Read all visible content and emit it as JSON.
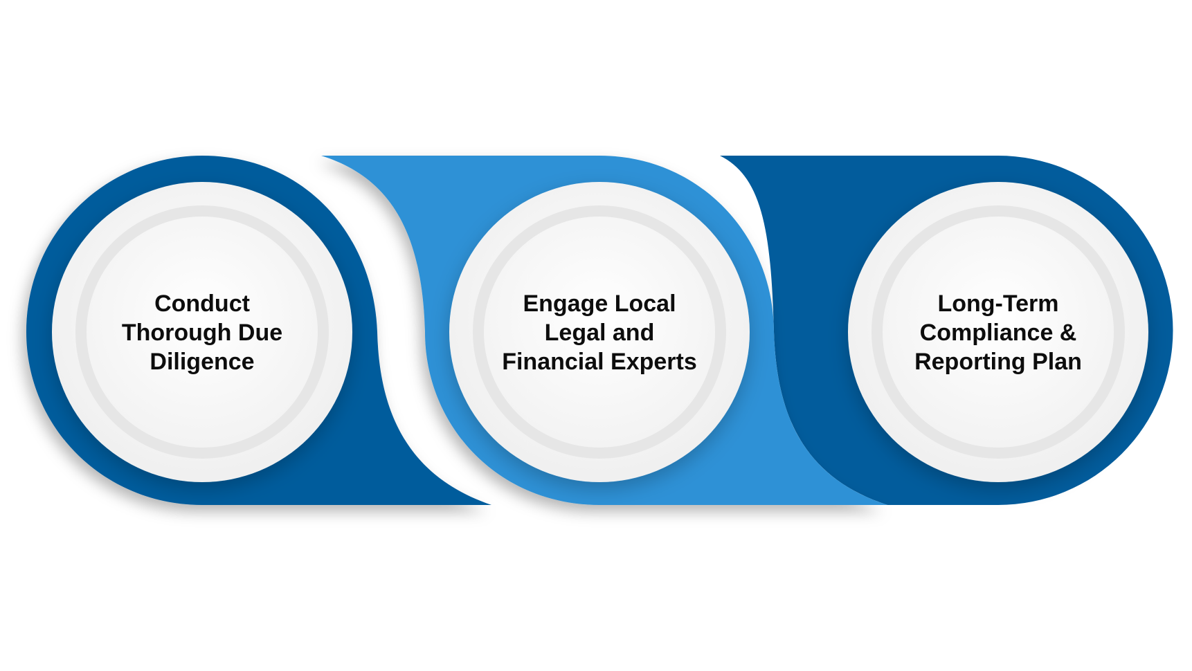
{
  "colors": {
    "dark_blue": "#025c9c",
    "light_blue": "#2d91d6",
    "circle_face": "#f4f4f4",
    "circle_ring": "#e6e6e6",
    "text": "#0d0d0d",
    "background": "#ffffff"
  },
  "steps": [
    {
      "lines": [
        "Conduct",
        "Thorough Due",
        "Diligence"
      ],
      "band_color": "dark_blue"
    },
    {
      "lines": [
        "Engage Local",
        "Legal and",
        "Financial Experts"
      ],
      "band_color": "light_blue"
    },
    {
      "lines": [
        "Long-Term",
        "Compliance &",
        "Reporting Plan"
      ],
      "band_color": "dark_blue"
    }
  ]
}
